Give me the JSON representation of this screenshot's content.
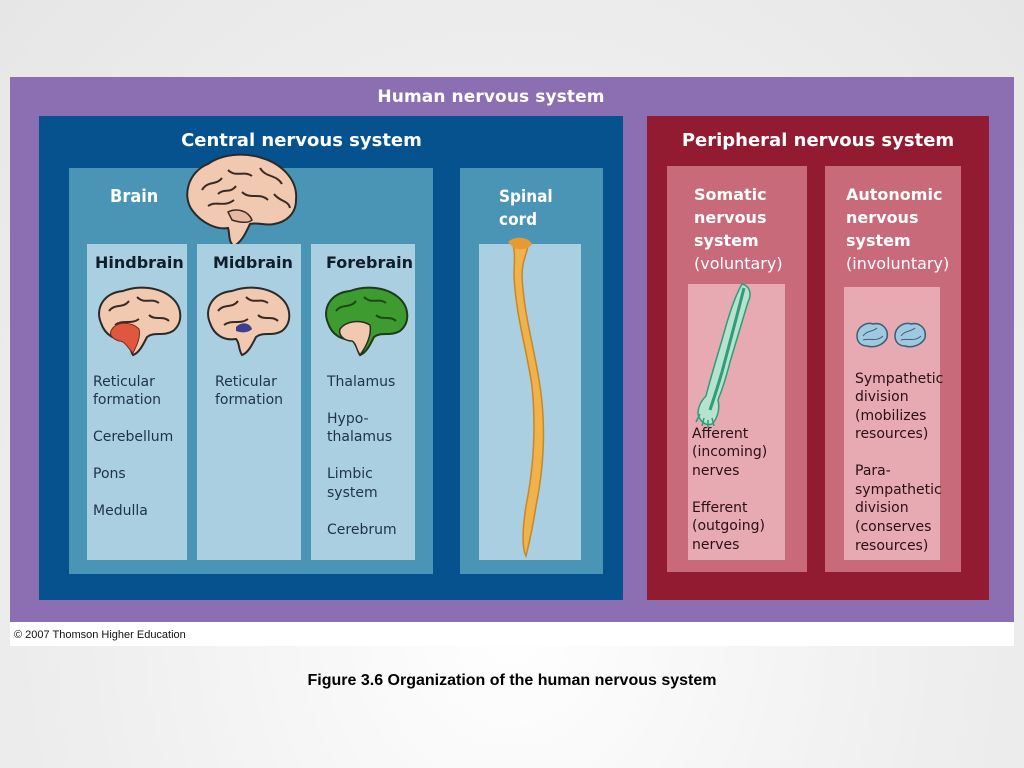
{
  "title": "Human nervous system",
  "central": {
    "title": "Central nervous system",
    "brain": {
      "title": "Brain",
      "columns": [
        {
          "heading": "Hindbrain",
          "items": [
            "Reticular",
            "formation",
            "Cerebellum",
            "Pons",
            "Medulla"
          ]
        },
        {
          "heading": "Midbrain",
          "items": [
            "Reticular",
            "formation"
          ]
        },
        {
          "heading": "Forebrain",
          "items": [
            "Thalamus",
            "Hypo-",
            "thalamus",
            "Limbic",
            "system",
            "Cerebrum"
          ]
        }
      ]
    },
    "spinal": {
      "line1": "Spinal",
      "line2": "cord"
    }
  },
  "peripheral": {
    "title": "Peripheral nervous system",
    "somatic": {
      "line1": "Somatic",
      "line2": "nervous",
      "line3": "system",
      "paren": "(voluntary)",
      "items": [
        "Afferent",
        "(incoming)",
        "nerves",
        "Efferent",
        "(outgoing)",
        "nerves"
      ]
    },
    "autonomic": {
      "line1": "Autonomic",
      "line2": "nervous",
      "line3": "system",
      "paren": "(involuntary)",
      "items": [
        "Sympathetic",
        "division",
        "(mobilizes",
        "resources)",
        "Para-",
        "sympathetic",
        "division",
        "(conserves",
        "resources)"
      ]
    }
  },
  "copyright": "© 2007 Thomson Higher Education",
  "caption": "Figure 3.6  Organization of the human nervous system",
  "colors": {
    "outer": "#8c6fb3",
    "central": "#06528f",
    "central_panel": "#4a95b6",
    "central_inner": "#a9cfe0",
    "peripheral": "#931b31",
    "peripheral_panel": "#c86a79",
    "peripheral_inner": "#e7a9b2",
    "hindbrain_highlight": "#e0573f",
    "midbrain_highlight": "#3a3f8f",
    "forebrain_highlight": "#3d9b2f",
    "spinal_cord": "#f0b24a",
    "nerve_highlight": "#2f9c7a",
    "ganglia": "#9fc9e0"
  }
}
